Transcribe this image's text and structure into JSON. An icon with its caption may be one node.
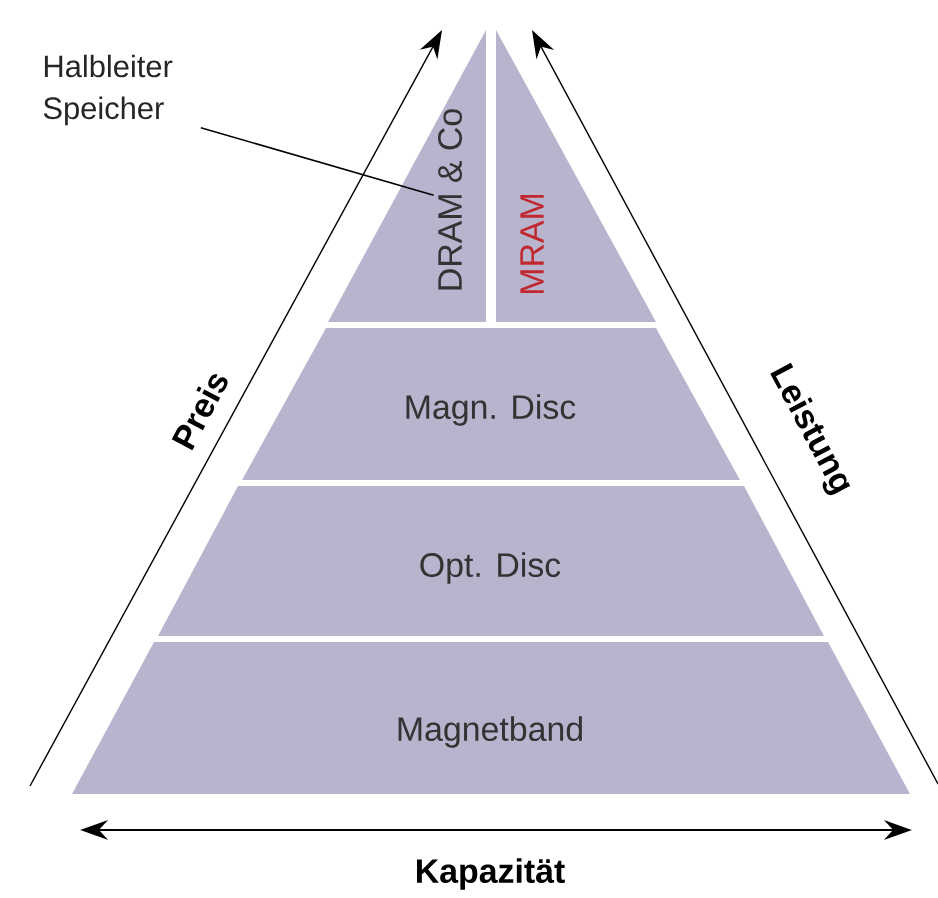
{
  "diagram": {
    "nodes": [
      {
        "text": [
          "DRAM & Co"
        ]
      },
      {
        "text": [
          "MRAM"
        ]
      },
      {
        "text": [
          "Magn. Disc"
        ]
      },
      {
        "text": [
          "Opt. Disc"
        ]
      },
      {
        "text": [
          "Magnetband"
        ]
      },
      {
        "text": [
          "Halbleiter Speicher"
        ]
      }
    ],
    "edges": [
      {
        "from": 5,
        "to": 0,
        "arrow": "none"
      }
    ],
    "labels": [
      "Preis",
      "Leistung",
      "Kapazität"
    ]
  }
}
